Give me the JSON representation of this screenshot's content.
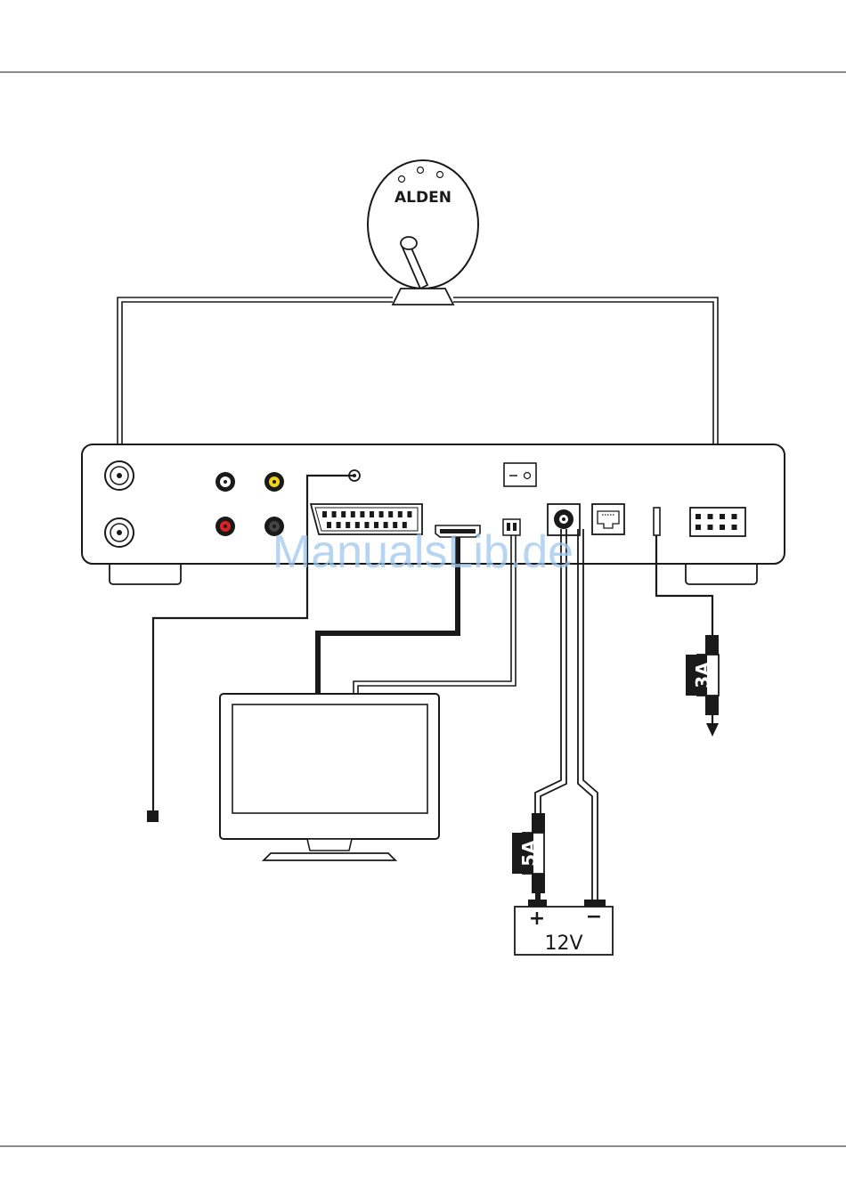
{
  "dish": {
    "brand": "ALDEN"
  },
  "fuse_small": {
    "label": "3A"
  },
  "fuse_main": {
    "label": "5A"
  },
  "battery": {
    "label": "12V",
    "plus": "+",
    "minus": "−"
  },
  "watermark": "ManualsLib.de",
  "colors": {
    "line": "#1a1a1a",
    "rca_red": "#e02020",
    "rca_yellow": "#f2d21a",
    "rca_white": "#ffffff",
    "rca_black": "#333333",
    "watermark": "#9ec7ef"
  }
}
